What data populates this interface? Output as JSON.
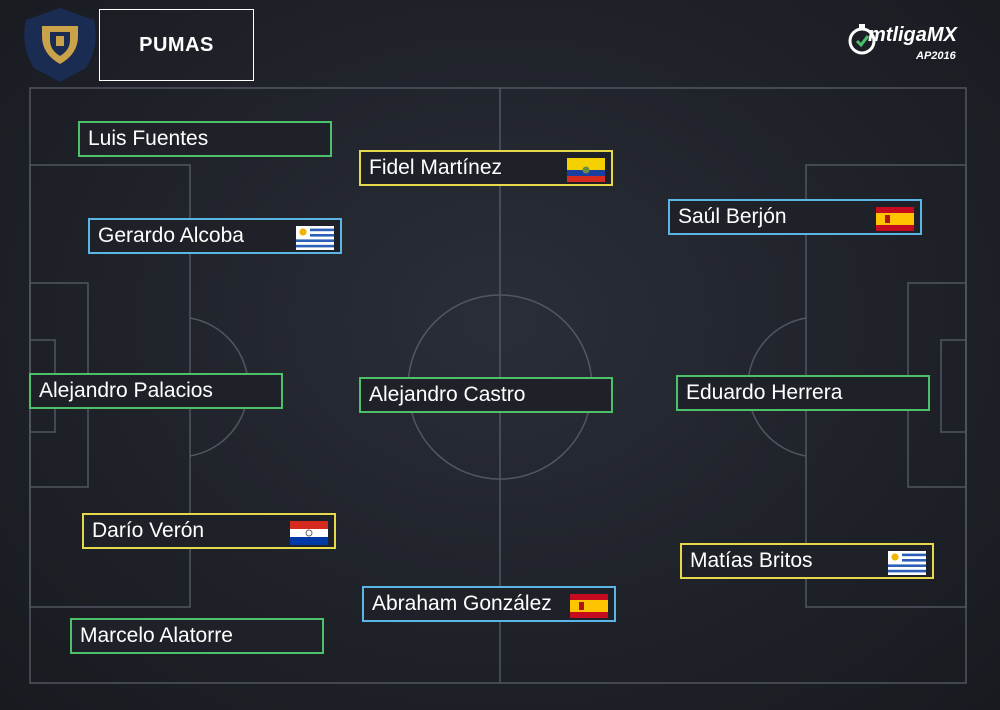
{
  "team": {
    "name": "PUMAS",
    "crest_icon": "pumas-crest-icon"
  },
  "brand": {
    "logo_text": "mtligaMX",
    "season": "AP2016",
    "logo_icon": "stopwatch-icon"
  },
  "colors": {
    "green_border": "#4fc06a",
    "yellow_border": "#e5d84a",
    "blue_border": "#5bb6e6",
    "pitch_lines": "#5a5f6b"
  },
  "players": [
    {
      "name": "Luis Fuentes",
      "border": "green",
      "flag": ""
    },
    {
      "name": "Fidel Martínez",
      "border": "yellow",
      "flag": "ecuador-flag-icon"
    },
    {
      "name": "Gerardo Alcoba",
      "border": "blue",
      "flag": "uruguay-flag-icon"
    },
    {
      "name": "Saúl Berjón",
      "border": "blue",
      "flag": "spain-flag-icon"
    },
    {
      "name": "Alejandro Palacios",
      "border": "green",
      "flag": ""
    },
    {
      "name": "Alejandro Castro",
      "border": "green",
      "flag": ""
    },
    {
      "name": "Eduardo Herrera",
      "border": "green",
      "flag": ""
    },
    {
      "name": "Darío Verón",
      "border": "yellow",
      "flag": "paraguay-flag-icon"
    },
    {
      "name": "Matías Britos",
      "border": "yellow",
      "flag": "uruguay-flag-icon"
    },
    {
      "name": "Abraham González",
      "border": "blue",
      "flag": "spain-flag-icon"
    },
    {
      "name": "Marcelo Alatorre",
      "border": "green",
      "flag": ""
    }
  ]
}
